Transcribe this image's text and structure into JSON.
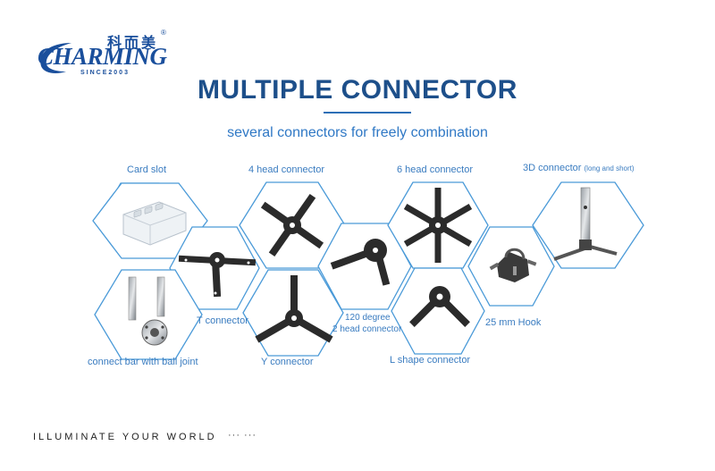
{
  "logo": {
    "chinese": "科而美",
    "registered": "®",
    "brand": "CHARMING",
    "since": "SINCE2003"
  },
  "title": "MULTIPLE CONNECTOR",
  "subtitle": "several connectors for freely combination",
  "labels": {
    "card_slot": "Card slot",
    "four_head": "4 head  connector",
    "six_head": "6 head connector",
    "three_d": "3D connector",
    "three_d_note": "(long and short)",
    "t_connector": "T connector",
    "y_connector": "Y connector",
    "degree_120_line1": "120 degree",
    "degree_120_line2": "2 head connector",
    "l_shape": "L shape connector",
    "hook": "25 mm Hook",
    "ball_joint": "connect bar with ball joint"
  },
  "footer": {
    "tagline": "ILLUMINATE YOUR WORLD",
    "dots": "··· ···"
  },
  "colors": {
    "brand_blue": "#1a4f9c",
    "title_blue": "#1d4f8a",
    "accent_blue": "#2f78c5",
    "hex_stroke": "#4a9ad8",
    "part_dark": "#2b2b2b"
  }
}
